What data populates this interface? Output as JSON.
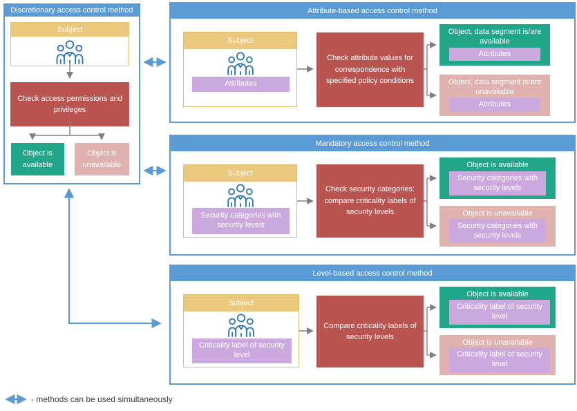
{
  "colors": {
    "blue": "#5B9BD5",
    "tan": "#EAC87E",
    "tanborder": "#E2BE74",
    "red": "#BA5450",
    "green": "#21A68A",
    "pink": "#DFB1AF",
    "purple": "#CBA9DE",
    "gray": "#7F7F7F",
    "iconblue": "#2E75B6"
  },
  "icons": {
    "subject": "people-group-icon",
    "legend": "double-arrow-icon"
  },
  "left_panel": {
    "title": "Discretionary access control method",
    "subject": {
      "title": "Subject"
    },
    "check": "Check access permissions and privileges",
    "available": "Object is available",
    "unavailable": "Object is unavailable"
  },
  "panels": [
    {
      "title": "Attribute-based access control method",
      "subject": {
        "title": "Subject",
        "tag": "Attributes"
      },
      "check": "Check attribute values for correspondence with specified policy conditions",
      "available": {
        "title": "Object, data segment is/are available",
        "tag": "Attributes"
      },
      "unavailable": {
        "title": "Object, data segment is/are unavailable",
        "tag": "Attributes"
      }
    },
    {
      "title": "Mandatory access control method",
      "subject": {
        "title": "Subject",
        "tag": "Security categories with security levels"
      },
      "check": "Check security categories: compare criticality labels of security levels",
      "available": {
        "title": "Object is available",
        "tag": "Security categories with security levels"
      },
      "unavailable": {
        "title": "Object is unavailable",
        "tag": "Security categories with security levels"
      }
    },
    {
      "title": "Level-based access control method",
      "subject": {
        "title": "Subject",
        "tag": "Criticality label of security level"
      },
      "check": "Compare criticality labels of security levels",
      "available": {
        "title": "Object is available",
        "tag": "Criticality label of security level"
      },
      "unavailable": {
        "title": "Object is unavailable",
        "tag": "Criticality label of security level"
      }
    }
  ],
  "legend": {
    "text": "- methods can be used simultaneously"
  }
}
